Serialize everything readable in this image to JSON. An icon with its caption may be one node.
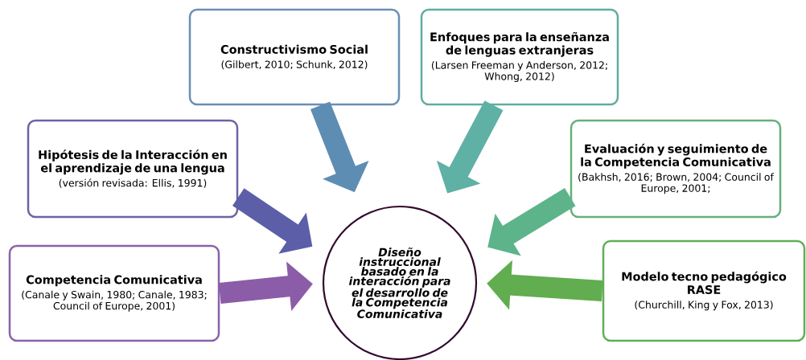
{
  "diagram": {
    "nodes": [
      {
        "text": [
          "Constructivismo Social",
          "(Gilbert, 2010; Schunk, 2012)"
        ]
      },
      {
        "text": [
          "Enfoques para la enseñanza de lenguas extranjeras",
          "(Larsen Freeman y Anderson, 2012; Whong, 2012)"
        ]
      },
      {
        "text": [
          "Hipótesis de la Interacción en el aprendizaje de una lengua",
          "(versión revisada: Ellis, 1991)"
        ]
      },
      {
        "text": [
          "Evaluación y seguimiento de la Competencia Comunicativa",
          "(Bakhsh, 2016; Brown, 2004; Council of Europe, 2001;"
        ]
      },
      {
        "text": [
          "Competencia Comunicativa",
          "(Canale y Swain, 1980; Canale, 1983; Council of Europe, 2001)"
        ]
      },
      {
        "text": [
          "Diseño instruccional basado en la interacción para el desarrollo de la Competencia Comunicativa"
        ]
      },
      {
        "text": [
          "Modelo tecno pedagógico RASE",
          "(Churchill, King y Fox, 2013)"
        ]
      }
    ],
    "edges": [
      {
        "from": 0,
        "to": 5,
        "arrow": "to",
        "color": "#5e8db3"
      },
      {
        "from": 1,
        "to": 5,
        "arrow": "to",
        "color": "#5fb0a5"
      },
      {
        "from": 2,
        "to": 5,
        "arrow": "to",
        "color": "#5c5ea8"
      },
      {
        "from": 3,
        "to": 5,
        "arrow": "to",
        "color": "#5db48a"
      },
      {
        "from": 4,
        "to": 5,
        "arrow": "to",
        "color": "#8b5ca7"
      },
      {
        "from": 6,
        "to": 5,
        "arrow": "to",
        "color": "#61ad4f"
      }
    ]
  }
}
